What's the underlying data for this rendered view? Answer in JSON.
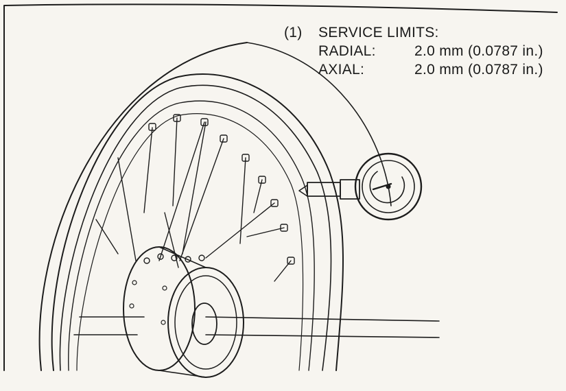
{
  "callout": {
    "number": "(1)",
    "title": "SERVICE LIMITS:",
    "rows": [
      {
        "label": "RADIAL:",
        "value": "2.0 mm (0.0787 in.)"
      },
      {
        "label": "AXIAL:",
        "value": "2.0 mm (0.0787 in.)"
      }
    ]
  },
  "icons": {
    "wheel": "spoked-wheel-illustration",
    "gauge": "dial-indicator-icon"
  }
}
